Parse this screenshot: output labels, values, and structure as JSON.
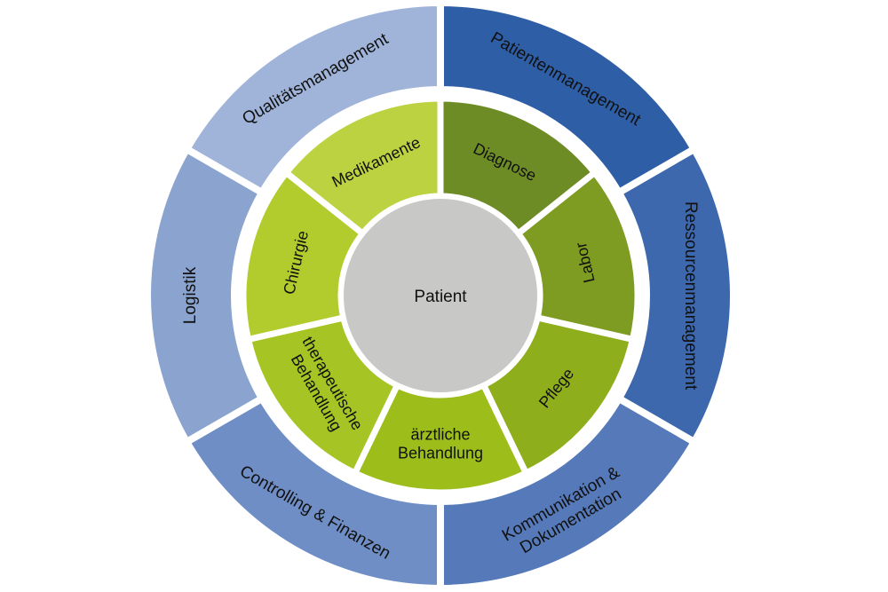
{
  "center": {
    "label": "Patient",
    "color": "#c8c8c6"
  },
  "outer_ring": [
    {
      "id": "qualitaetsmanagement",
      "label": "Qualitätsmanagement",
      "color": "#a0b4d9"
    },
    {
      "id": "patientenmanagement",
      "label": "Patientenmanagement",
      "color": "#2e5ea6"
    },
    {
      "id": "logistik",
      "label": "Logistik",
      "color": "#8aa3cf"
    },
    {
      "id": "ressourcenmanagement",
      "label": "Ressourcenmanagement",
      "color": "#3d68ad"
    },
    {
      "id": "controlling",
      "label": "Controlling & Finanzen",
      "color": "#6f8ec6"
    },
    {
      "id": "kommunikation",
      "label": [
        "Kommunikation &",
        "Dokumentation"
      ],
      "color": "#5579b9"
    }
  ],
  "inner_ring": [
    {
      "id": "diagnose",
      "label": [
        "Diagnose"
      ],
      "color": "#6e8c26"
    },
    {
      "id": "labor",
      "label": [
        "Labor"
      ],
      "color": "#7f9c22"
    },
    {
      "id": "pflege",
      "label": [
        "Pflege"
      ],
      "color": "#8fae1c"
    },
    {
      "id": "aerztliche",
      "label": [
        "ärztliche",
        "Behandlung"
      ],
      "color": "#9dbd1b"
    },
    {
      "id": "therapeutische",
      "label": [
        "therapeutische",
        "Behandlung"
      ],
      "color": "#a6c525"
    },
    {
      "id": "chirurgie",
      "label": [
        "Chirurgie"
      ],
      "color": "#b2cc2e"
    },
    {
      "id": "medikamente",
      "label": [
        "Medikamente"
      ],
      "color": "#bcd240"
    }
  ]
}
